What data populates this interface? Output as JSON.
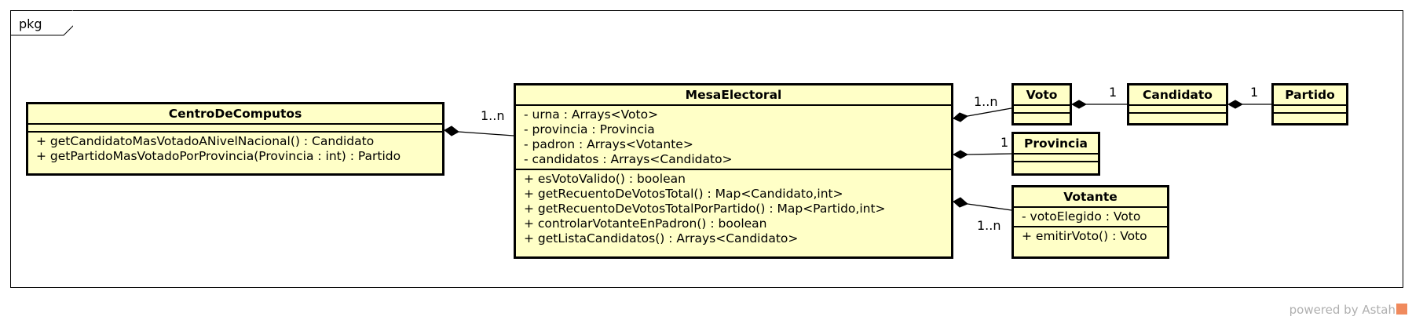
{
  "package": {
    "label": "pkg"
  },
  "classes": {
    "centro": {
      "name": "CentroDeComputos",
      "attributes": [],
      "operations": [
        "+ getCandidatoMasVotadoANivelNacional() : Candidato",
        "+ getPartidoMasVotadoPorProvincia(Provincia : int) : Partido"
      ]
    },
    "mesa": {
      "name": "MesaElectoral",
      "attributes": [
        "- urna : Arrays<Voto>",
        "- provincia : Provincia",
        "- padron : Arrays<Votante>",
        "- candidatos : Arrays<Candidato>"
      ],
      "operations": [
        "+ esVotoValido() : boolean",
        "+ getRecuentoDeVotosTotal() : Map<Candidato,int>",
        "+ getRecuentoDeVotosTotalPorPartido() : Map<Partido,int>",
        "+ controlarVotanteEnPadron() : boolean",
        "+ getListaCandidatos() : Arrays<Candidato>"
      ]
    },
    "voto": {
      "name": "Voto",
      "attributes": [],
      "operations": []
    },
    "candidato": {
      "name": "Candidato",
      "attributes": [],
      "operations": []
    },
    "partido": {
      "name": "Partido",
      "attributes": [],
      "operations": []
    },
    "provincia": {
      "name": "Provincia",
      "attributes": [],
      "operations": []
    },
    "votante": {
      "name": "Votante",
      "attributes": [
        "- votoElegido : Voto"
      ],
      "operations": [
        "+ emitirVoto() : Voto"
      ]
    }
  },
  "associations": {
    "centro_mesa": {
      "multiplicity": "1..n",
      "kind": "composition"
    },
    "mesa_voto": {
      "multiplicity": "1..n",
      "kind": "composition"
    },
    "mesa_provincia": {
      "multiplicity": "1",
      "kind": "composition"
    },
    "mesa_votante": {
      "multiplicity": "1..n",
      "kind": "composition"
    },
    "voto_candidato": {
      "multiplicity": "1",
      "kind": "composition"
    },
    "candidato_partido": {
      "multiplicity": "1",
      "kind": "composition"
    }
  },
  "footer": {
    "text": "powered by Astah"
  },
  "colors": {
    "class_fill": "#ffffc7",
    "border": "#000000",
    "footer_text": "#b0b0b0"
  }
}
